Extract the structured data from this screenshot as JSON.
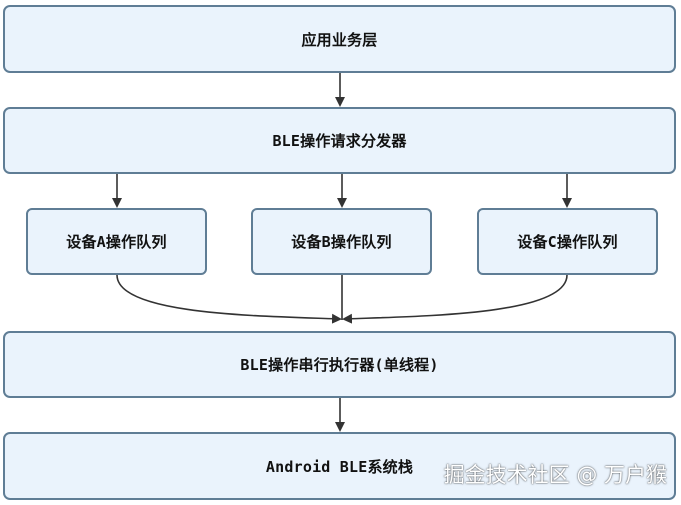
{
  "nodes": {
    "app_layer": "应用业务层",
    "dispatcher": "BLE操作请求分发器",
    "queue_a": "设备A操作队列",
    "queue_b": "设备B操作队列",
    "queue_c": "设备C操作队列",
    "executor": "BLE操作串行执行器(单线程)",
    "stack": "Android BLE系统栈"
  },
  "watermark": "掘金技术社区 @ 万户猴",
  "colors": {
    "box_fill": "#eaf3fc",
    "box_border": "#5f7d95",
    "edge": "#333333"
  }
}
